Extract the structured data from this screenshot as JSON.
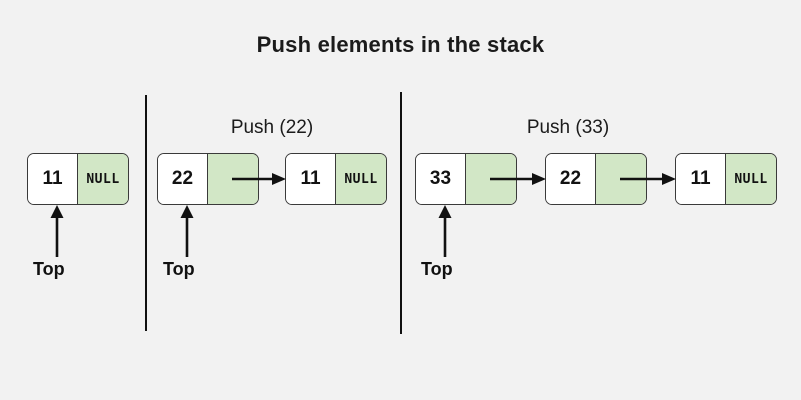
{
  "title": "Push elements in the stack",
  "colors": {
    "background": "#f2f2f2",
    "node_fill": "#ffffff",
    "link_fill": "#d2e7c6",
    "stroke": "#3a3a3a",
    "arrow": "#111111",
    "text": "#1b1b1b"
  },
  "panels": [
    {
      "caption": "",
      "top_label": "Top",
      "nodes": [
        {
          "value": "11",
          "link": "NULL"
        }
      ]
    },
    {
      "caption": "Push (22)",
      "top_label": "Top",
      "nodes": [
        {
          "value": "22",
          "link": ""
        },
        {
          "value": "11",
          "link": "NULL"
        }
      ]
    },
    {
      "caption": "Push (33)",
      "top_label": "Top",
      "nodes": [
        {
          "value": "33",
          "link": ""
        },
        {
          "value": "22",
          "link": ""
        },
        {
          "value": "11",
          "link": "NULL"
        }
      ]
    }
  ]
}
